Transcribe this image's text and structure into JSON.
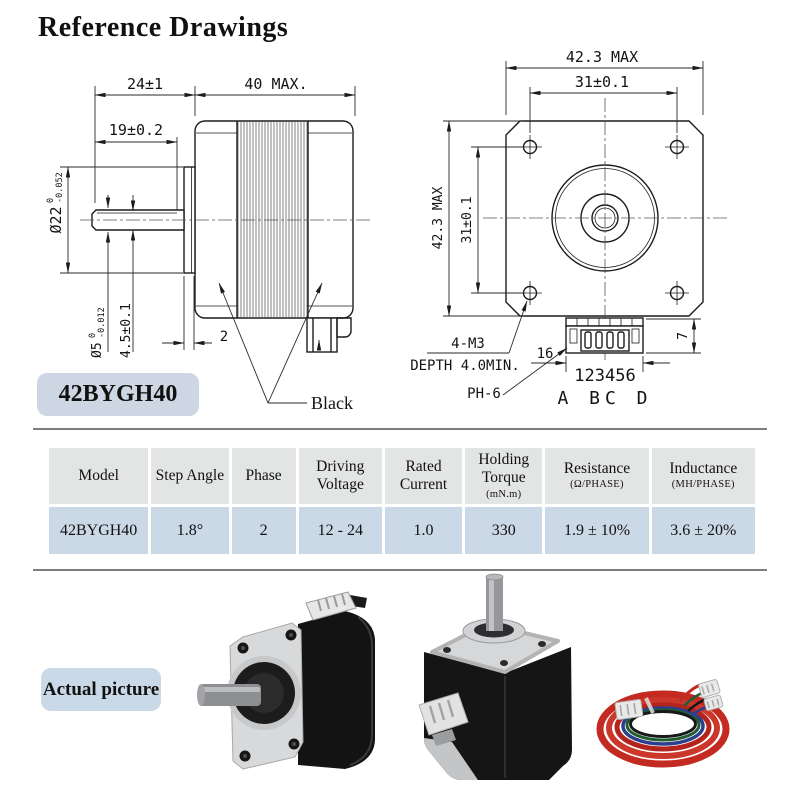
{
  "page": {
    "title": "Reference Drawings"
  },
  "model_badge": "42BYGH40",
  "colors": {
    "badge_model_bg": "#ccd7e3",
    "badge_actual_bg": "#c9d9e8",
    "table_header_bg": "#e3e4e4",
    "table_row_bg": "#cbd8e6",
    "divider": "#7d7d7d",
    "cable_red": "#c22a22",
    "cable_blue": "#2b3f8c",
    "cable_green": "#1f5c30"
  },
  "drawing_left": {
    "shaft_length": "24±1",
    "body_length": "40 MAX.",
    "flat_length": "19±0.2",
    "pilot_diameter": "Ø22",
    "pilot_tol_upper": "0",
    "pilot_tol_lower": "-0.052",
    "shaft_diameter": "Ø5",
    "shaft_tol_upper": "0",
    "shaft_tol_lower": "-0.012",
    "flat_height": "4.5±0.1",
    "pilot_depth": "2",
    "wire_color_label": "Black"
  },
  "drawing_right": {
    "overall_width": "42.3 MAX",
    "hole_spacing_h": "31±0.1",
    "overall_height": "42.3 MAX",
    "hole_spacing_v": "31±0.1",
    "mounting_holes": "4-M3",
    "hole_depth": "DEPTH 4.0MIN.",
    "connector_type": "PH-6",
    "connector_width": "16",
    "pin_numbers": "123456",
    "pin_phases": "A BC D",
    "connector_height": "7"
  },
  "spec_table": {
    "columns": [
      {
        "label": "Model",
        "sub": ""
      },
      {
        "label": "Step Angle",
        "sub": ""
      },
      {
        "label": "Phase",
        "sub": ""
      },
      {
        "label": "Driving Voltage",
        "sub": ""
      },
      {
        "label": "Rated Current",
        "sub": ""
      },
      {
        "label": "Holding Torque",
        "sub": "(mN.m)"
      },
      {
        "label": "Resistance",
        "sub": "(Ω/PHASE)"
      },
      {
        "label": "Inductance",
        "sub": "(MH/PHASE)"
      }
    ],
    "row": [
      "42BYGH40",
      "1.8°",
      "2",
      "12 - 24",
      "1.0",
      "330",
      "1.9 ± 10%",
      "3.6 ± 20%"
    ]
  },
  "actual_section": {
    "badge": "Actual picture"
  }
}
